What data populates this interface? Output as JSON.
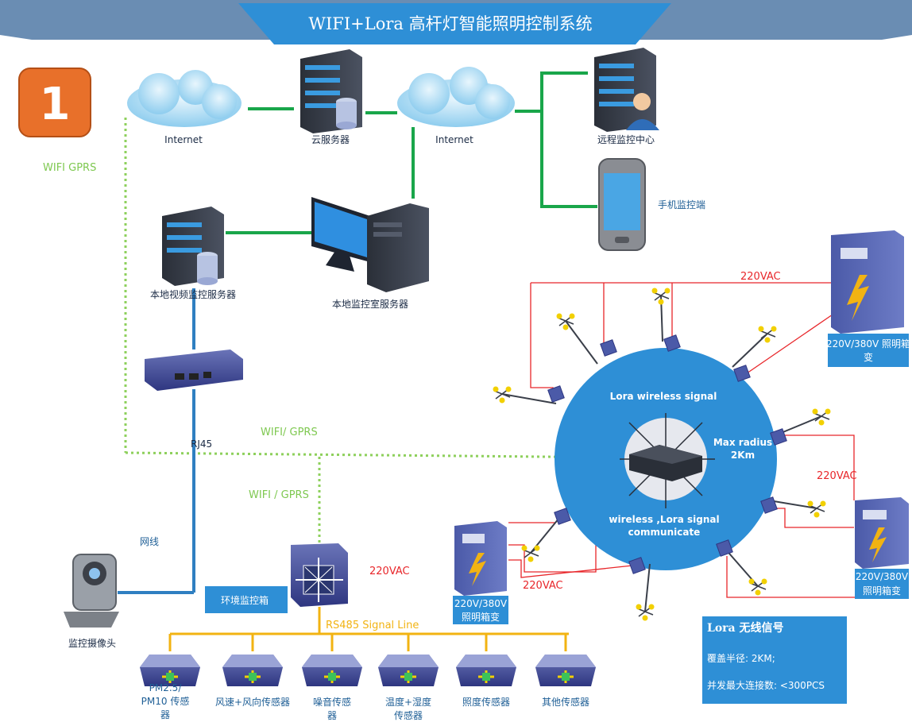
{
  "title": "WIFI+Lora 高杆灯智能照明控制系统",
  "badge": "1",
  "colors": {
    "banner": "#2e8fd6",
    "banner_dark": "#5b7fa8",
    "green_line": "#19a64a",
    "dotted": "#8ed05c",
    "blue_line": "#2f7fc1",
    "red_line": "#e8262a",
    "yellow_line": "#f2b312",
    "circle": "#2e8fd6",
    "badge": "#e8702a"
  },
  "labels": {
    "internet1": "Internet",
    "cloud_server": "云服务器",
    "internet2": "Internet",
    "remote_center": "远程监控中心",
    "mobile": "手机监控端",
    "wifi_gprs_top": "WIFI GPRS",
    "local_video": "本地视频监控服务器",
    "local_room": "本地监控室服务器",
    "rj45": "RJ45",
    "wifi_gprs_mid": "WIFI/ GPRS",
    "wifi_gprs_low": "WIFI / GPRS",
    "network_cable": "网线",
    "camera": "监控摄像头",
    "env_box": "环境监控箱",
    "rs485": "RS485 Signal Line",
    "vac_top": "220VAC",
    "vac_right": "220VAC",
    "vac_left1": "220VAC",
    "vac_left2": "220VAC",
    "lora_signal": "Lora wireless signal",
    "max_radius_1": "Max radius",
    "max_radius_2": "2Km",
    "wireless_comm_1": "wireless ,Lora signal",
    "wireless_comm_2": "communicate",
    "tr_top_1": "220V/380V  照明箱",
    "tr_top_2": "变",
    "tr_right_1": "220V/380V",
    "tr_right_2": "照明箱变",
    "tr_mid_1": "220V/380V",
    "tr_mid_2": "照明箱变"
  },
  "sensors": [
    {
      "line1": "PM2.5/",
      "line2": "PM10  传感",
      "line3": "器"
    },
    {
      "line1": "风速+风向传感器",
      "line2": "",
      "line3": ""
    },
    {
      "line1": "噪音传感",
      "line2": "器",
      "line3": ""
    },
    {
      "line1": "温度+湿度",
      "line2": "传感器",
      "line3": ""
    },
    {
      "line1": "照度传感器",
      "line2": "",
      "line3": ""
    },
    {
      "line1": "其他传感器",
      "line2": "",
      "line3": ""
    }
  ],
  "lora_box": {
    "title": "Lora 无线信号",
    "line1": "覆盖半径: 2KM;",
    "line2": "并发最大连接数: <300PCS"
  }
}
